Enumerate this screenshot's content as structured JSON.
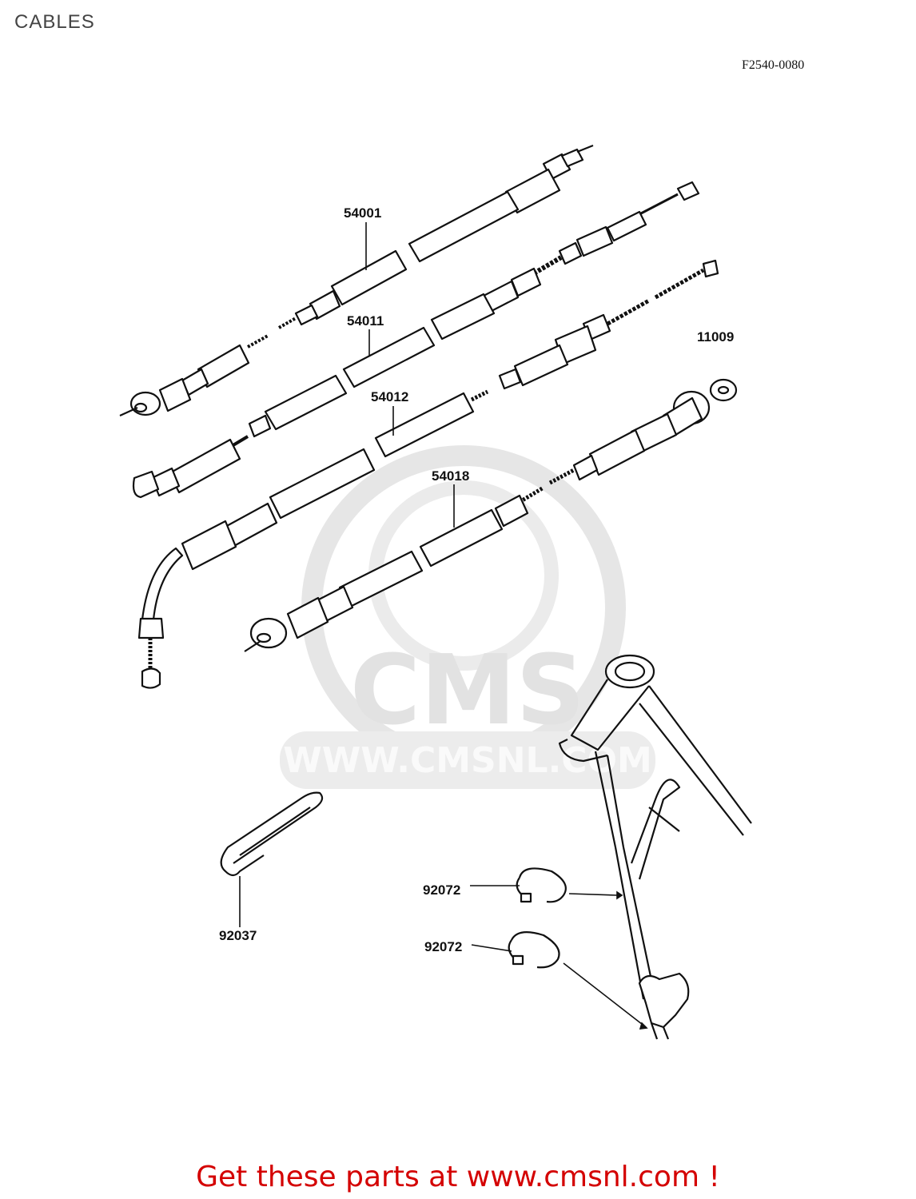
{
  "header": {
    "title": "CABLES",
    "drawing_code": "F2540-0080"
  },
  "callouts": [
    {
      "part_number": "54001"
    },
    {
      "part_number": "54011"
    },
    {
      "part_number": "54012"
    },
    {
      "part_number": "11009"
    },
    {
      "part_number": "54018"
    },
    {
      "part_number": "92037"
    },
    {
      "part_number": "92072"
    },
    {
      "part_number": "92072"
    }
  ],
  "watermark": {
    "brand": "CMS",
    "url": "WWW.CMSNL.COM"
  },
  "footer": {
    "link_text": "Get these parts at www.cmsnl.com !"
  },
  "colors": {
    "link": "#d40000",
    "line": "#111111",
    "watermark": "#e2e2e2"
  }
}
